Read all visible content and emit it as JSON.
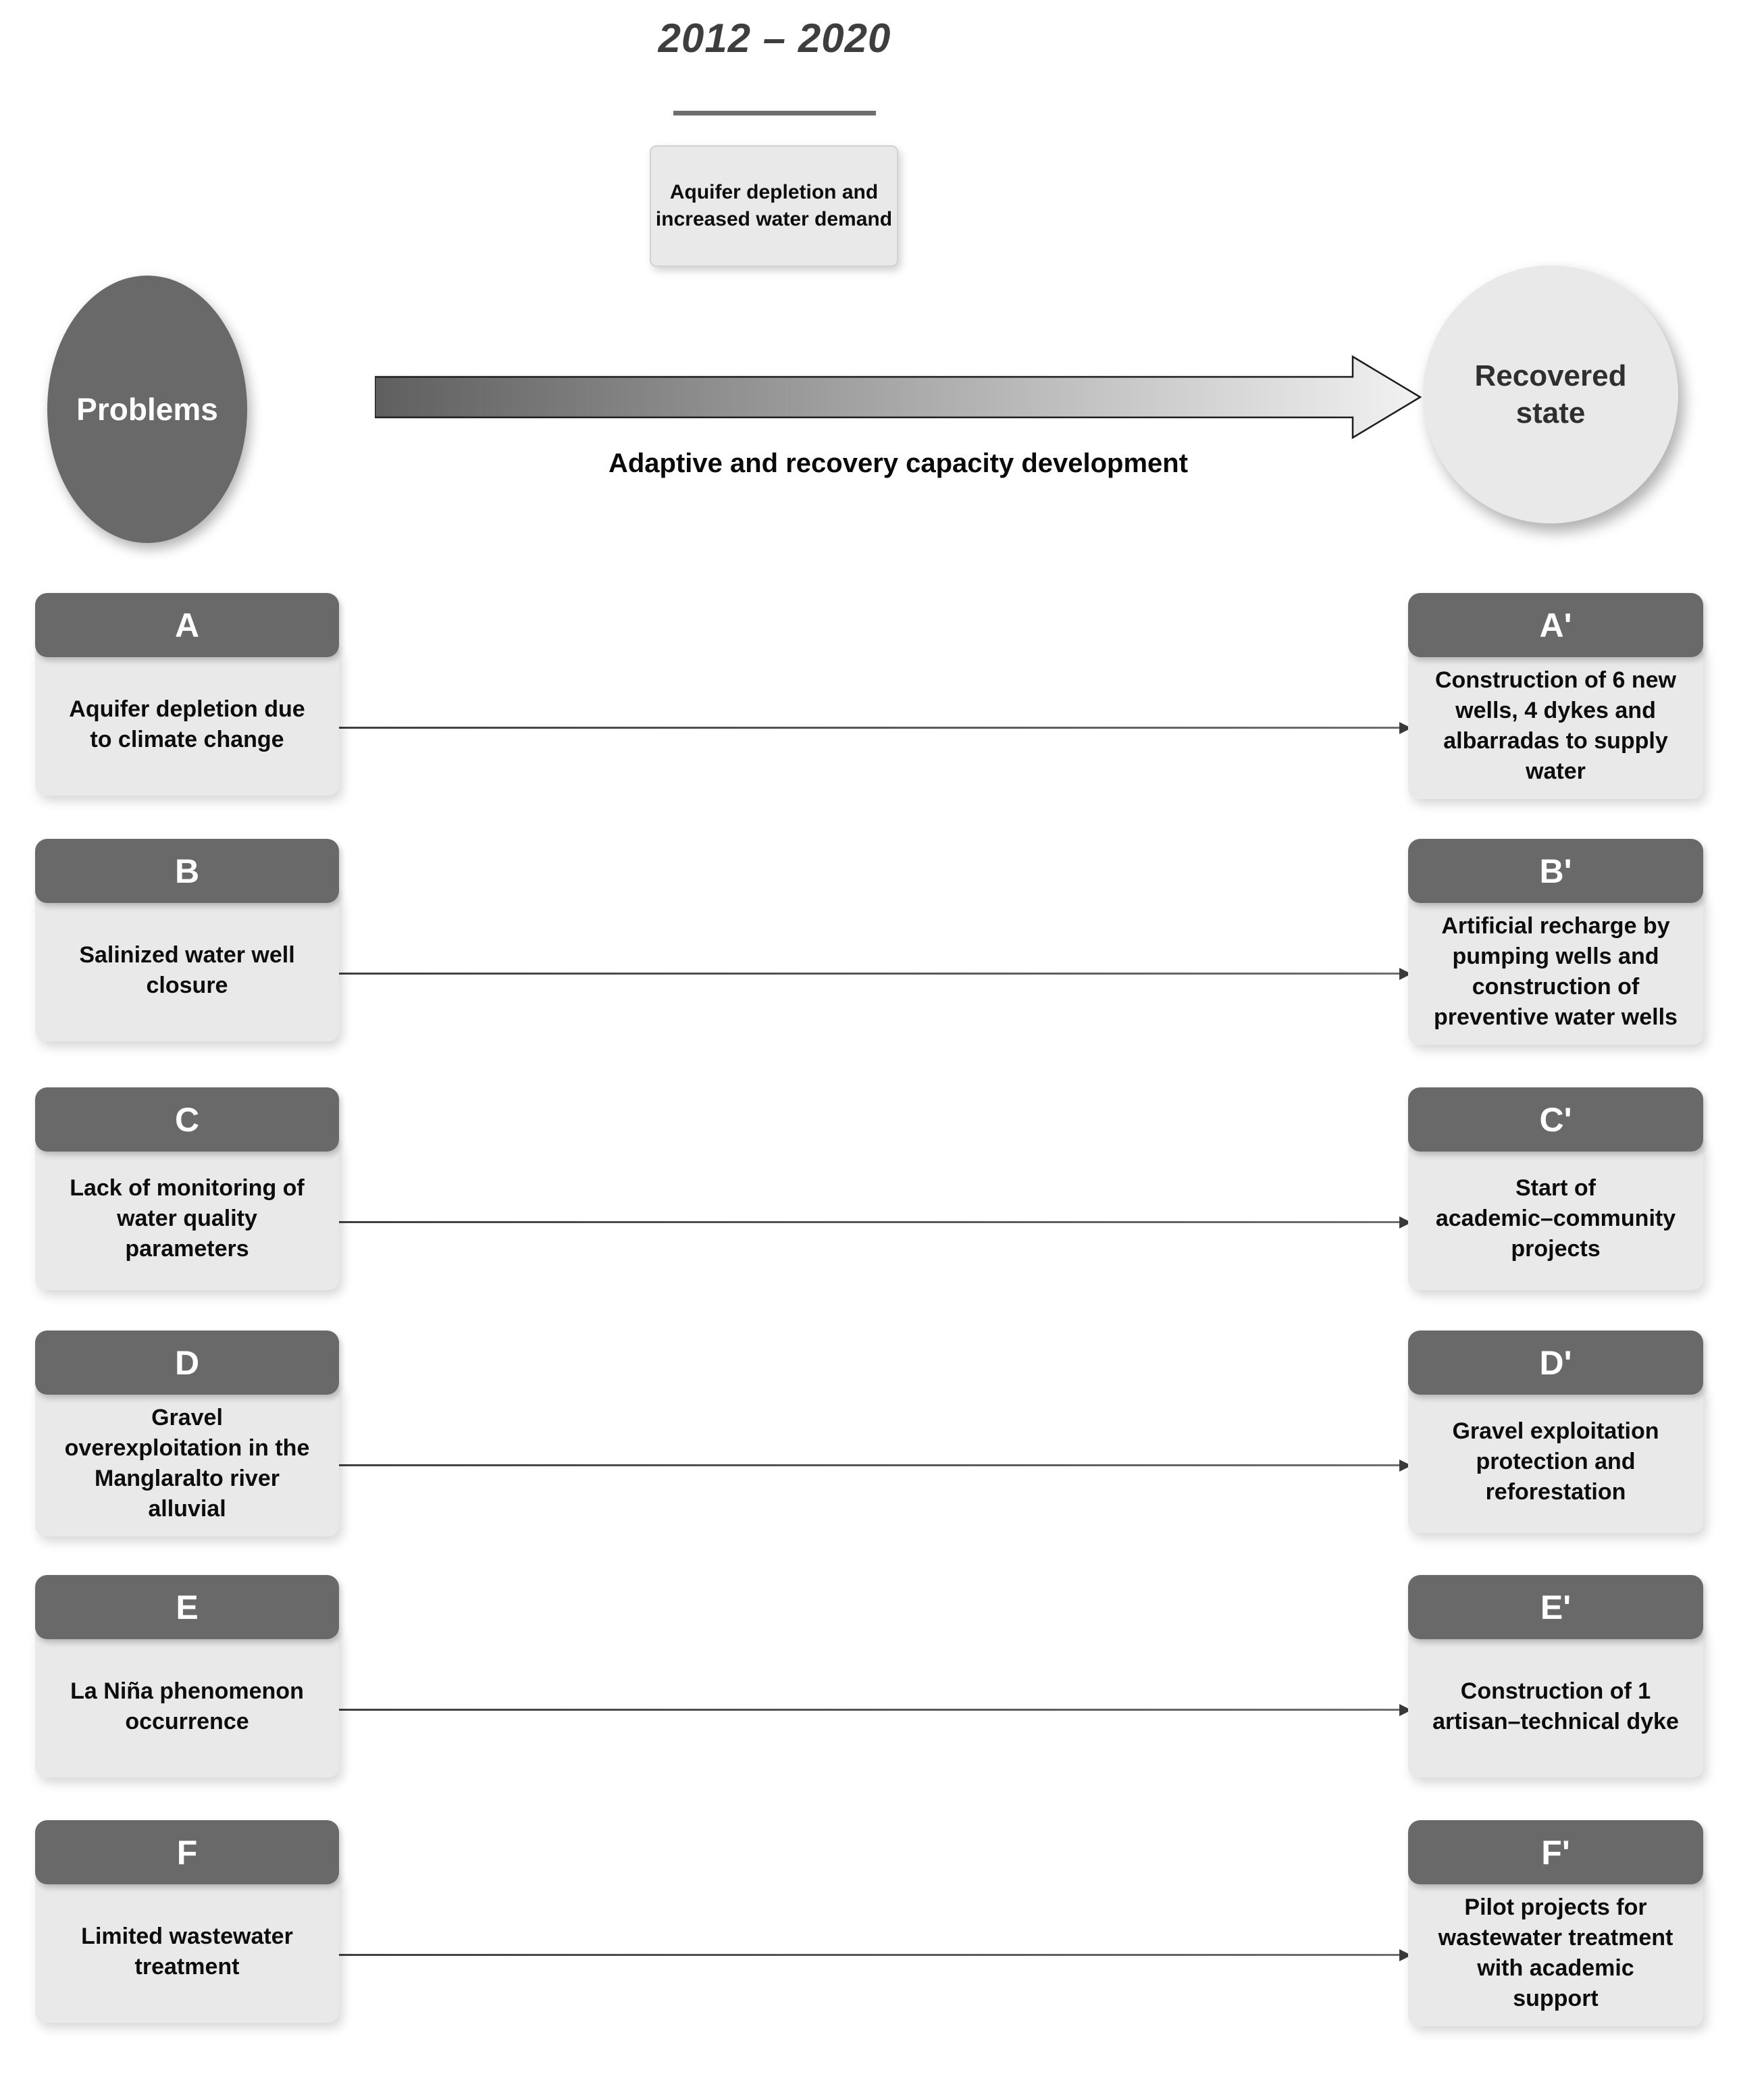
{
  "header": {
    "title": "2012 – 2020",
    "cause_box": "Aquifer depletion and\nincreased water demand"
  },
  "flow": {
    "left_circle": "Problems",
    "right_circle": "Recovered\nstate",
    "arrow_caption": "Adaptive and recovery capacity development"
  },
  "rows": [
    {
      "left_label": "A",
      "left_text": "Aquifer depletion due\nto climate change",
      "right_label": "A'",
      "right_text": "Construction of 6 new\nwells, 4 dykes and\nalbarradas to supply\nwater"
    },
    {
      "left_label": "B",
      "left_text": "Salinized water well\nclosure",
      "right_label": "B'",
      "right_text": "Artificial recharge by\npumping wells and\nconstruction of\npreventive water wells"
    },
    {
      "left_label": "C",
      "left_text": "Lack of monitoring of\nwater quality\nparameters",
      "right_label": "C'",
      "right_text": "Start of\nacademic–community\nprojects"
    },
    {
      "left_label": "D",
      "left_text": "Gravel\noverexploitation in the\nManglaralto river\nalluvial",
      "right_label": "D'",
      "right_text": "Gravel exploitation\nprotection and\nreforestation"
    },
    {
      "left_label": "E",
      "left_text": "La Niña phenomenon\noccurrence",
      "right_label": "E'",
      "right_text": "Construction of 1\nartisan–technical dyke"
    },
    {
      "left_label": "F",
      "left_text": "Limited wastewater\ntreatment",
      "right_label": "F'",
      "right_text": "Pilot projects for\nwastewater treatment\nwith academic\nsupport"
    }
  ],
  "colors": {
    "dark_gray": "#696969",
    "light_gray": "#e9e9e9",
    "title_text": "#3e3e3e",
    "connector": "#3a3a3a",
    "arrow_gradient_start": "#5f5f5f",
    "arrow_gradient_end": "#f2f2f2"
  }
}
